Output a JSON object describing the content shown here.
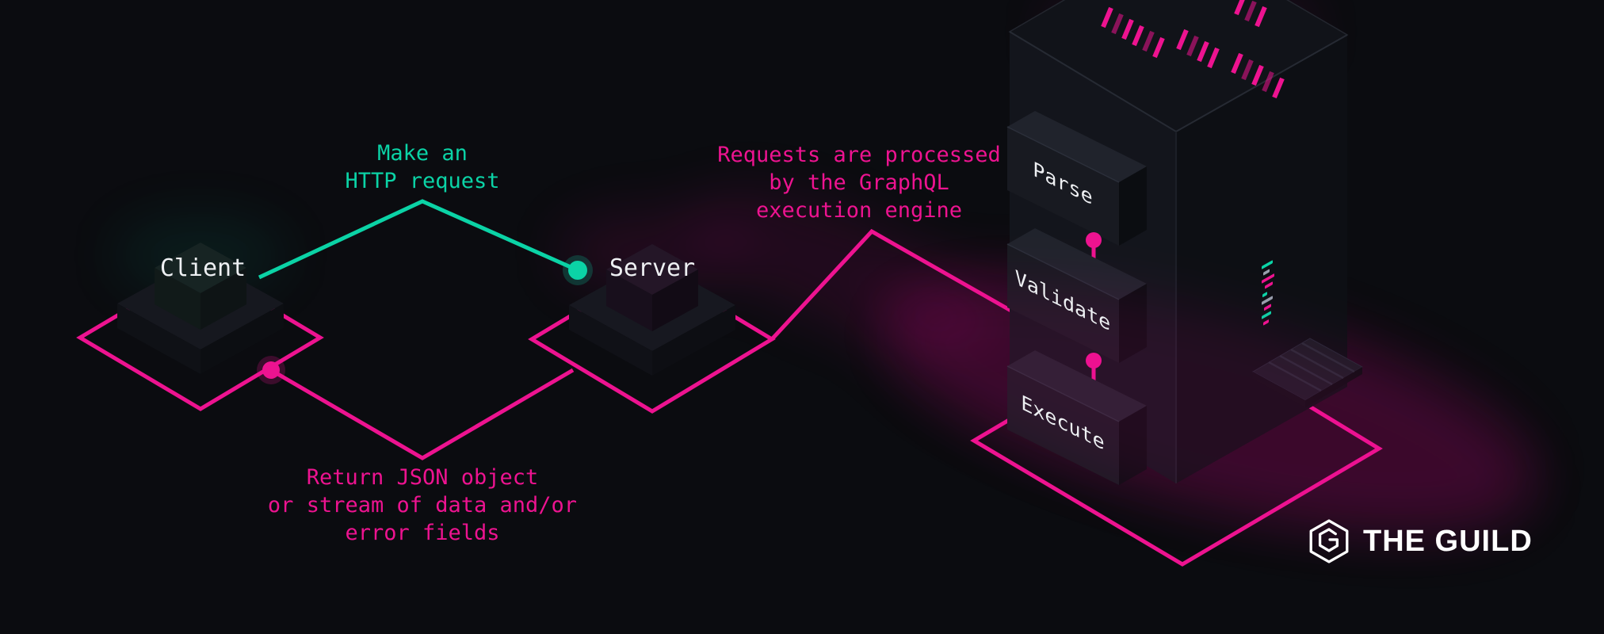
{
  "colors": {
    "background": "#0b0c10",
    "pink": "#ed1390",
    "teal": "#0bd3a6",
    "text_white": "#eef0f3"
  },
  "nodes": {
    "client": {
      "label": "Client"
    },
    "server": {
      "label": "Server"
    }
  },
  "annotations": {
    "request": {
      "text": "Make an\nHTTP request",
      "color": "#0bd3a6"
    },
    "response": {
      "text": "Return JSON object\nor stream of data and/or\nerror fields",
      "color": "#ed1390"
    },
    "processing": {
      "text": "Requests are processed\nby the GraphQL\nexecution engine",
      "color": "#ed1390"
    }
  },
  "engine": {
    "steps": [
      {
        "label": "Parse"
      },
      {
        "label": "Validate"
      },
      {
        "label": "Execute"
      }
    ]
  },
  "logo": {
    "text": "THE GUILD"
  }
}
